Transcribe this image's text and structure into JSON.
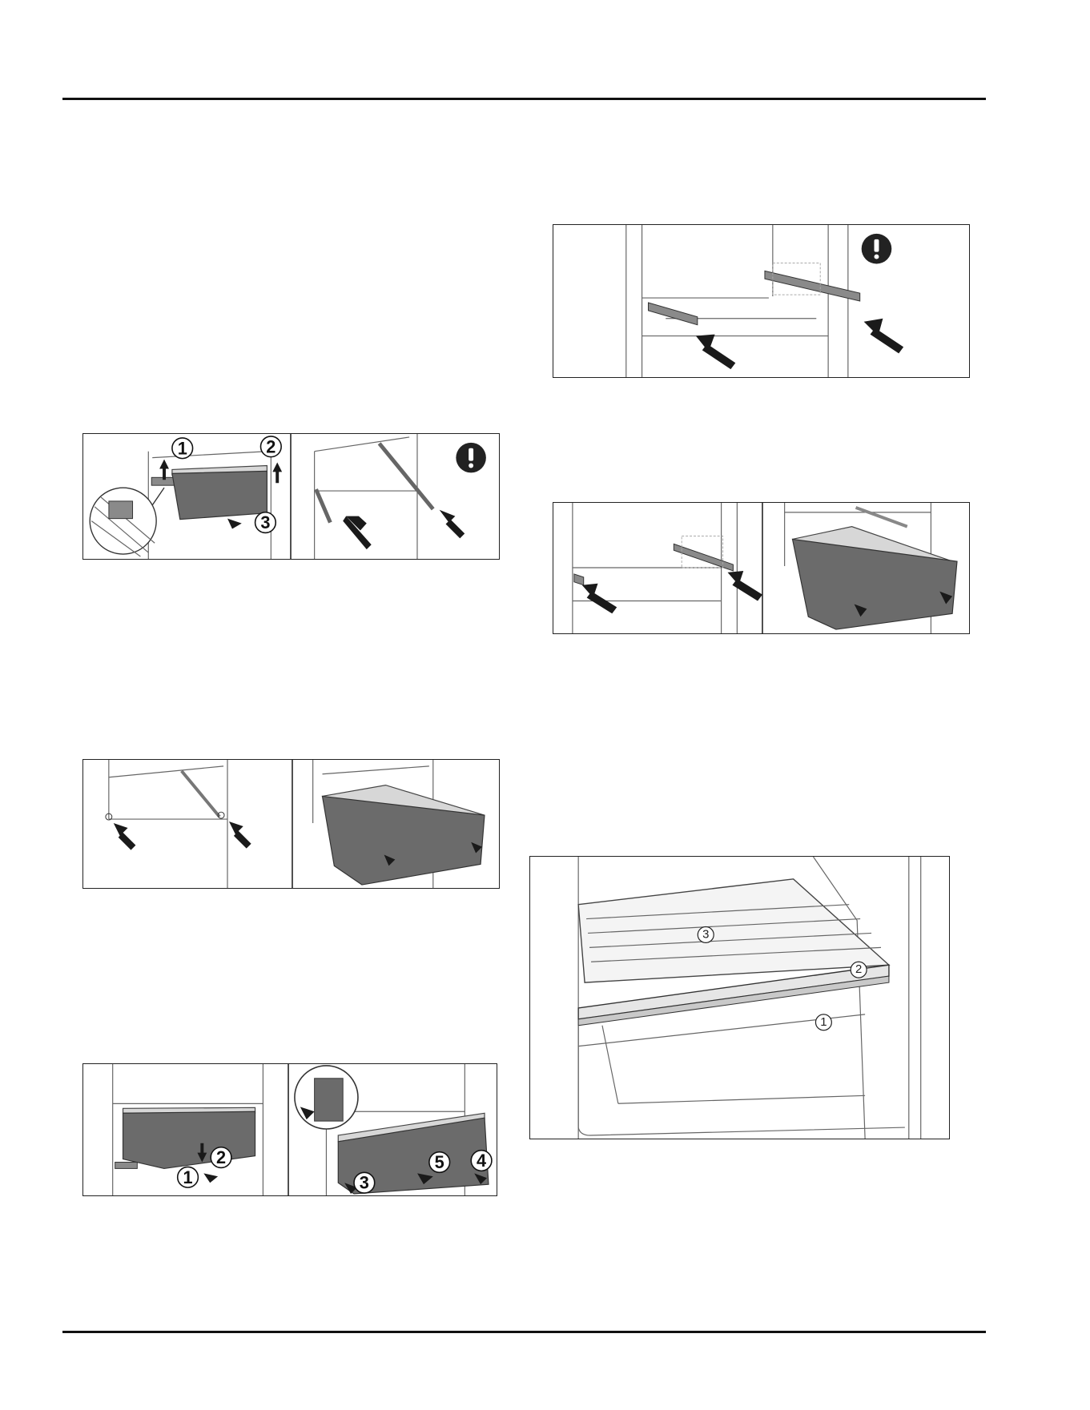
{
  "figure_a": {
    "labels": [
      "1",
      "2",
      "3"
    ]
  },
  "figure_b": {
    "labels": []
  },
  "figure_c": {
    "labels": [
      "2",
      "1",
      "5",
      "4",
      "3"
    ]
  },
  "figure_d": {
    "labels": []
  },
  "figure_e": {
    "labels": []
  },
  "figure_f": {
    "labels": [
      "3",
      "2",
      "1"
    ]
  },
  "icons": {
    "warning": "exclamation-warning-icon",
    "arrow": "push-arrow-icon"
  }
}
